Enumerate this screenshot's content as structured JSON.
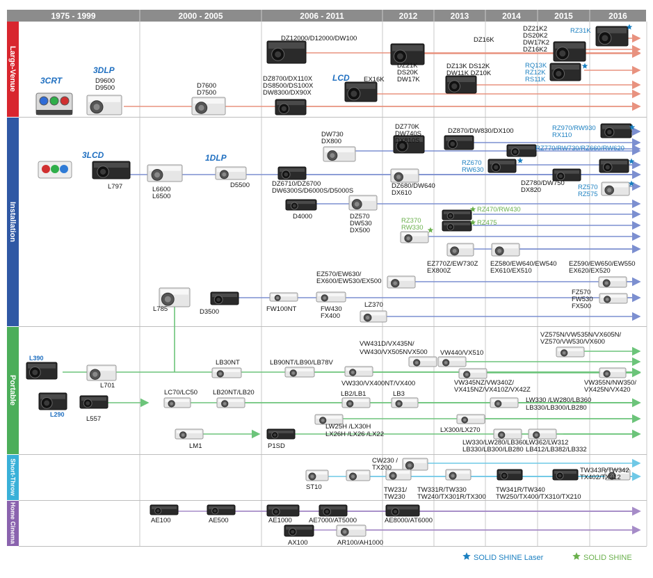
{
  "colors": {
    "large_venue": "#d8262e",
    "installation": "#2f58a4",
    "portable": "#4cae5a",
    "short_throw": "#39b0d8",
    "home_cinema": "#8a63ae",
    "header_bg": "#8c8c8c",
    "laser_star": "#1a7fc0",
    "solid_star": "#6ab04c"
  },
  "periods": [
    "1975 - 1999",
    "2000 - 2005",
    "2006 - 2011",
    "2012",
    "2013",
    "2014",
    "2015",
    "2016"
  ],
  "categories": [
    "Large-Venue",
    "Installation",
    "Portable",
    "Short-Throw",
    "Home Cinema"
  ],
  "tech": {
    "crt": "3CRT",
    "dlp3": "3DLP",
    "lcd3": "3LCD",
    "lcd": "LCD",
    "dlp1": "1DLP"
  },
  "tags": {
    "l390": "L390",
    "l290": "L290"
  },
  "labels": {
    "d9600": "D9600",
    "d9500": "D9500",
    "d7600": "D7600",
    "d7500": "D7500",
    "dz12000": "DZ12000/D12000/DW100",
    "dz8700a": "DZ8700/DX110X",
    "dz8700b": "DS8500/DS100X",
    "dz8700c": "DW8300/DX90X",
    "ex16k": "EX16K",
    "dz21k_a": "DZ21K",
    "dz21k_b": "DS20K",
    "dz21k_c": "DW17K",
    "dz16k": "DZ16K",
    "dz13k_a": "DZ13K DS12K",
    "dz13k_b": "DW11K DZ10K",
    "dz21k2_a": "DZ21K2",
    "dz21k2_b": "DS20K2",
    "dz21k2_c": "DW17K2",
    "dz21k2_d": "DZ16K2",
    "rz31k": "RZ31K",
    "rq13k_a": "RQ13K",
    "rq13k_b": "RZ12K",
    "rq13k_c": "RS11K",
    "l797": "L797",
    "l6600": "L6600",
    "l6500": "L6500",
    "d5500": "D5500",
    "dw730a": "DW730",
    "dw730b": "DX800",
    "dz770a": "DZ770K",
    "dz770b": "DW740S",
    "dz770c": "DX810S",
    "dz870": "DZ870/DW830/DX100",
    "rz970a": "RZ970/RW930",
    "rz970b": "RX110",
    "rz770": "RZ770/RW730/RZ660/RW620",
    "rz670a": "RZ670",
    "rz670b": "RW630",
    "dz6710a": "DZ6710/DZ6700",
    "dz6710b": "DW6300S/D6000S/D5000S",
    "dz680a": "DZ680/DW640",
    "dz680b": "DX610",
    "dz780a": "DZ780/DW750",
    "dz780b": "DX820",
    "rz570a": "RZ570",
    "rz570b": "RZ575",
    "d4000": "D4000",
    "dz570a": "DZ570",
    "dz570b": "DW530",
    "dz570c": "DX500",
    "rz470": "RZ470/RW430",
    "rz475": "RZ475",
    "rz370a": "RZ370",
    "rz370b": "RW330",
    "ez770a": "EZ770Z/EW730Z",
    "ez770b": "EX800Z",
    "ez580a": "EZ580/EW640/EW540",
    "ez580b": "EX610/EX510",
    "ez590a": "EZ590/EW650/EW550",
    "ez590b": "EX620/EX520",
    "ez570a": "EZ570/EW630/",
    "ez570b": "EX600/EW530/EX500",
    "l785": "L785",
    "d3500": "D3500",
    "fw100nt": "FW100NT",
    "fw430a": "FW430",
    "fw430b": "FX400",
    "lz370": "LZ370",
    "fz570a": "FZ570",
    "fz570b": "FW530",
    "fz570c": "FX500",
    "l701": "L701",
    "l557": "L557",
    "lb30nt": "LB30NT",
    "lb90nt": "LB90NT/LB90/LB78V",
    "vw431a": "VW431D/VX435N/",
    "vw431b": "VW430/VX505NVX500",
    "vw440": "VW440/VX510",
    "vz575a": "VZ575N/VW535N/VX605N/",
    "vz575b": "VZ570/VW530/VX600",
    "vw330": "VW330/VX400NT/VX400",
    "vw345a": "VW345NZ/VW340Z/",
    "vw345b": "VX415NZ/VX410Z/VX42Z",
    "vw355a": "VW355N/NW350/",
    "vw355b": "VX425N/VX420",
    "lc70": "LC70/LC50",
    "lb20nt": "LB20NT/LB20",
    "lb2": "LB2/LB1",
    "lb3": "LB3",
    "lw330a": "LW330 /LW280/LB360",
    "lw330b": "LB330/LB300/LB280",
    "lw25a": "LW25H /LX30H",
    "lw25b": "LX26H /LX26 /LX22",
    "lx300": "LX300/LX270",
    "lw330c": "LW330/LW280/LB360",
    "lw330d": "LB330/LB300/LB280",
    "lw362a": "LW362/LW312",
    "lw362b": "LB412/LB382/LB332",
    "lm1": "LM1",
    "p1sd": "P1SD",
    "cw230a": "CW230 /",
    "cw230b": "TX200",
    "st10": "ST10",
    "tw231a": "TW231/",
    "tw231b": "TW230",
    "tw331a": "TW331R/TW330",
    "tw331b": "TW240/TX301R/TX300",
    "tw341a": "TW341R/TW340",
    "tw341b": "TW250/TX400/TX310/TX210",
    "tw343a": "TW343R/TW342",
    "tw343b": "TX402/TX312",
    "ae100": "AE100",
    "ae500": "AE500",
    "ae1000": "AE1000",
    "ae7000": "AE7000/AT5000",
    "ae8000": "AE8000/AT6000",
    "ax100": "AX100",
    "ar100": "AR100/AH1000"
  },
  "legend": {
    "laser": "SOLID SHINE Laser",
    "solid": "SOLID SHINE"
  }
}
